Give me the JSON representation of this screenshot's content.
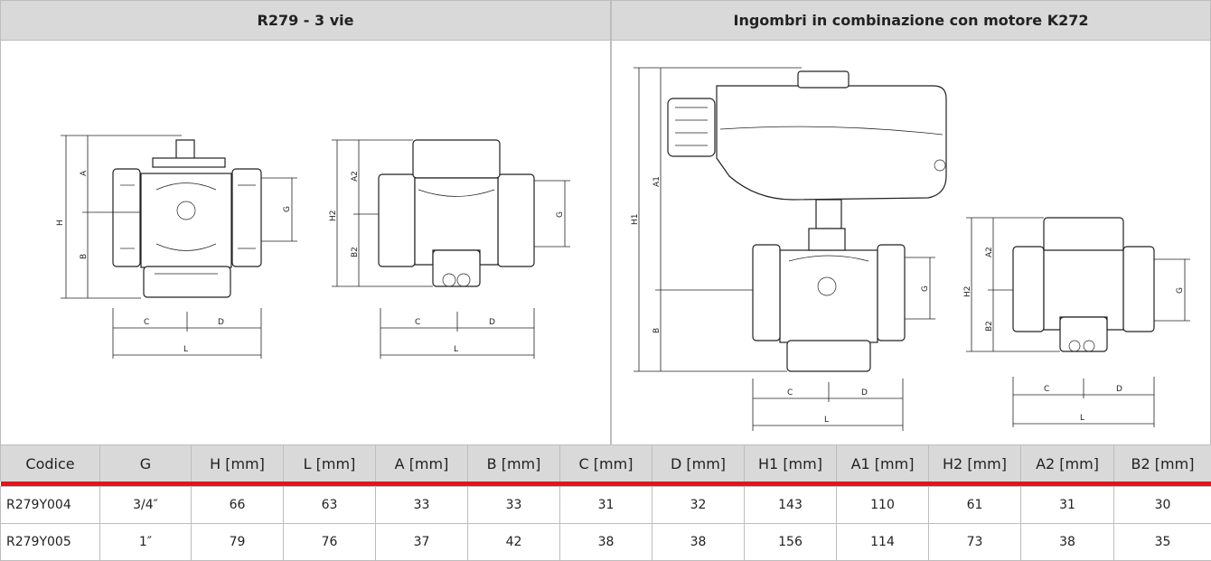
{
  "headers": {
    "left": "R279 - 3 vie",
    "right": "Ingombri in combinazione con motore K272"
  },
  "dimension_labels": {
    "A": "A",
    "B": "B",
    "H": "H",
    "C": "C",
    "D": "D",
    "L": "L",
    "G": "G",
    "A1": "A1",
    "A2": "A2",
    "B2": "B2",
    "H1": "H1",
    "H2": "H2"
  },
  "table": {
    "columns": [
      "Codice",
      "G",
      "H [mm]",
      "L [mm]",
      "A [mm]",
      "B [mm]",
      "C [mm]",
      "D [mm]",
      "H1 [mm]",
      "A1 [mm]",
      "H2 [mm]",
      "A2 [mm]",
      "B2 [mm]"
    ],
    "rows": [
      [
        "R279Y004",
        "3/4″",
        "66",
        "63",
        "33",
        "33",
        "31",
        "32",
        "143",
        "110",
        "61",
        "31",
        "30"
      ],
      [
        "R279Y005",
        "1″",
        "79",
        "76",
        "37",
        "42",
        "38",
        "38",
        "156",
        "114",
        "73",
        "38",
        "35"
      ]
    ]
  },
  "colors": {
    "header_bg": "#d9d9d9",
    "accent_red": "#e3141c",
    "border": "#bdbdbd"
  }
}
